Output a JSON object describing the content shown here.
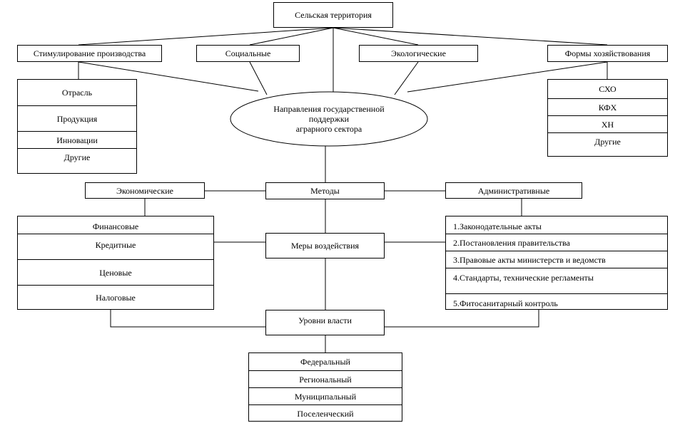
{
  "diagram": {
    "root": "Сельская территория",
    "categories": [
      "Стимулирование производства",
      "Социальные",
      "Экологические",
      "Формы хозяйствования"
    ],
    "center_lines": [
      "Направления государственной",
      "поддержки",
      "аграрного сектора"
    ],
    "production_items": [
      "Отрасль",
      "Продукция",
      "Инновации",
      "Другие"
    ],
    "forms_items": [
      "СХО",
      "КФХ",
      "ХН",
      "Другие"
    ],
    "methods": "Методы",
    "economic": "Экономические",
    "administrative": "Административные",
    "economic_items": [
      "Финансовые",
      "Кредитные",
      "Ценовые",
      "Налоговые"
    ],
    "measures": "Меры воздействия",
    "admin_items": [
      "1.Законодательные акты",
      "2.Постановления правительства",
      "3.Правовые акты министерств и ведомств",
      "4.Стандарты, технические регламенты",
      "5.Фитосанитарный контроль"
    ],
    "levels": "Уровни власти",
    "level_items": [
      "Федеральный",
      "Региональный",
      "Муниципальный",
      "Поселенческий"
    ]
  }
}
